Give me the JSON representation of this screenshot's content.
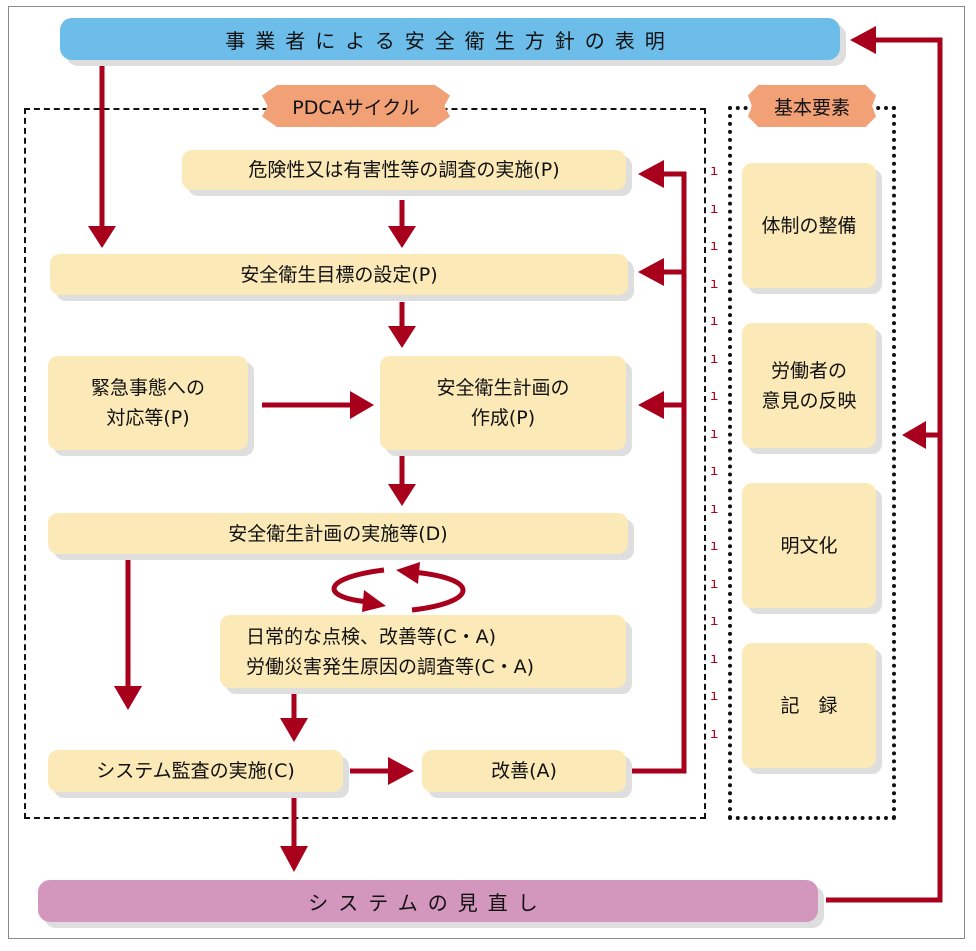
{
  "diagram": {
    "top_bar": {
      "label": "事業者による安全衛生方針の表明",
      "color": "#6cbde9"
    },
    "bottom_bar": {
      "label": "システムの見直し",
      "color": "#d396bd"
    },
    "pdca_section": {
      "title": "PDCAサイクル",
      "steps": [
        {
          "id": "risk_survey",
          "label": "危険性又は有害性等の調査の実施(P)"
        },
        {
          "id": "objectives",
          "label": "安全衛生目標の設定(P)"
        },
        {
          "id": "emergency",
          "line1": "緊急事態への",
          "line2": "対応等(P)"
        },
        {
          "id": "plan_creation",
          "line1": "安全衛生計画の",
          "line2": "作成(P)"
        },
        {
          "id": "plan_execution",
          "label": "安全衛生計画の実施等(D)"
        },
        {
          "id": "daily_check",
          "line1": "日常的な点検、改善等(C・A)",
          "line2": "労働災害発生原因の調査等(C・A)"
        },
        {
          "id": "system_audit",
          "label": "システム監査の実施(C)"
        },
        {
          "id": "improvement",
          "label": "改善(A)"
        }
      ]
    },
    "basic_elements": {
      "title": "基本要素",
      "items": [
        {
          "id": "organization",
          "label": "体制の整備"
        },
        {
          "id": "worker_opinion",
          "line1": "労働者の",
          "line2": "意見の反映"
        },
        {
          "id": "documentation",
          "label": "明文化"
        },
        {
          "id": "records",
          "label": "記　録"
        }
      ]
    },
    "connector_mark": "ı",
    "colors": {
      "arrow": "#a8001c",
      "box_fill": "#fbe9b7",
      "tag_fill": "#f2a177"
    }
  }
}
